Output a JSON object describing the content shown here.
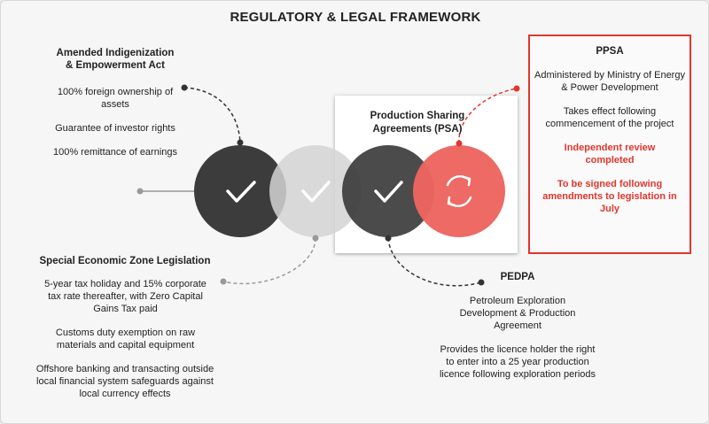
{
  "title": "REGULATORY & LEGAL FRAMEWORK",
  "indigenization": {
    "title_line1": "Amended Indigenization",
    "title_line2": "& Empowerment Act",
    "items": [
      "100% foreign ownership of assets",
      "Guarantee of investor rights",
      "100% remittance of earnings"
    ]
  },
  "sez": {
    "title": "Special Economic Zone Legislation",
    "items": [
      "5-year tax holiday and 15% corporate tax rate thereafter, with Zero Capital Gains Tax paid",
      "Customs duty exemption on raw materials and capital equipment",
      "Offshore banking and transacting outside local financial system safeguards against local currency effects"
    ]
  },
  "psa": {
    "title_line1": "Production Sharing",
    "title_line2": "Agreements (PSA)"
  },
  "ppsa": {
    "title": "PPSA",
    "items": [
      "Administered by Ministry of Energy & Power Development",
      "Takes effect following commencement of the project"
    ],
    "highlights": [
      "Independent review completed",
      "To be signed following amendments to legislation in July"
    ]
  },
  "pedpa": {
    "title": "PEDPA",
    "items": [
      "Petroleum Exploration Development & Production Agreement",
      "Provides the licence holder the right to enter into a 25 year production licence following exploration periods"
    ]
  },
  "colors": {
    "dark_circle": "#3c3c3c",
    "light_circle": "#d4d4d4",
    "accent_red": "#e0362c",
    "red_circle": "#ec6560"
  },
  "icons": [
    "check-icon",
    "check-icon",
    "check-icon",
    "refresh-icon"
  ]
}
